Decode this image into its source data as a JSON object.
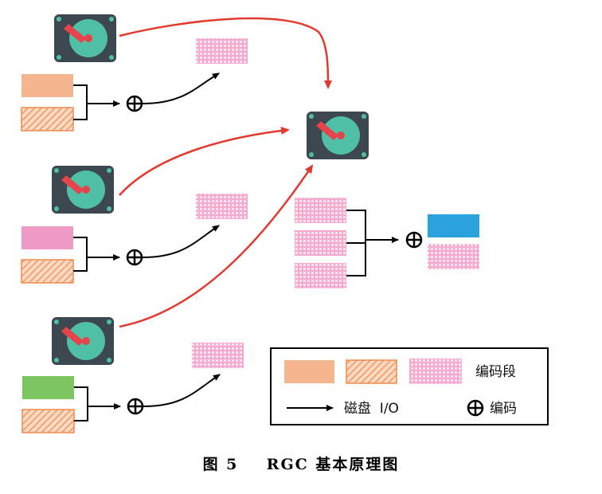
{
  "legend": {
    "encoded_label": "编码段",
    "disk_io_label": "磁盘  I/O",
    "encode_label": "编码"
  },
  "caption": {
    "figure_label": "图 5",
    "title": "RGC 基本原理图"
  },
  "colors": {
    "disk_body": "#3d474f",
    "disk_platter": "#4fbfa5",
    "disk_center": "#e8434a",
    "disk_arm": "#e8434a",
    "block_peach": "#f3b68e",
    "block_hatched_stroke": "#f08a4b",
    "block_pink": "#f09ac6",
    "block_green": "#7dc560",
    "block_blue": "#2aa3dc",
    "encoded_fill": "#f7a8cc",
    "arrow_black": "#000000",
    "arrow_red": "#e23a2f"
  },
  "icons": [
    "hard-disk-icon",
    "xor-plus-icon",
    "arrow-icon"
  ]
}
